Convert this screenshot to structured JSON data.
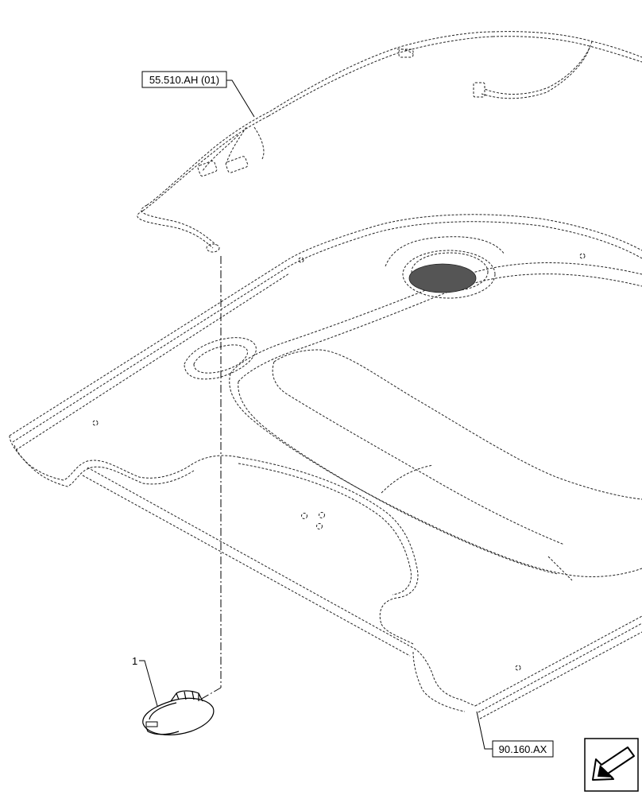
{
  "callouts": {
    "harness_ref": "55.510.AH (01)",
    "panel_ref": "90.160.AX",
    "item_number": "1"
  },
  "icons": {
    "nav": "next-page-arrow-icon"
  }
}
